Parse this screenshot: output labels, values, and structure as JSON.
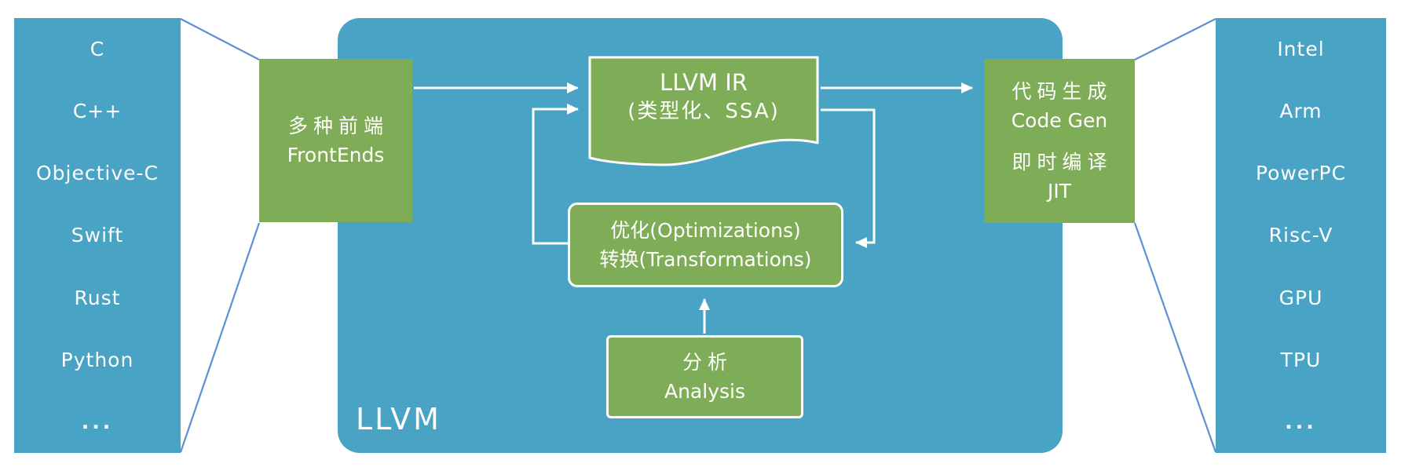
{
  "colors": {
    "background": "#ffffff",
    "teal": "#49A3C4",
    "green": "#7FAC57",
    "connector_blue": "#5E8FD5",
    "text": "#ffffff"
  },
  "container": {
    "label": "LLVM"
  },
  "left_panel": {
    "items": [
      "C",
      "C++",
      "Objective-C",
      "Swift",
      "Rust",
      "Python",
      "..."
    ]
  },
  "right_panel": {
    "items": [
      "Intel",
      "Arm",
      "PowerPC",
      "Risc-V",
      "GPU",
      "TPU",
      "..."
    ]
  },
  "boxes": {
    "frontends": {
      "lines": [
        "多种前端",
        "FrontEnds"
      ]
    },
    "llvm_ir": {
      "lines": [
        "LLVM IR",
        "(类型化、SSA)"
      ]
    },
    "optimizations": {
      "lines": [
        "优化(Optimizations)",
        "转换(Transformations)"
      ]
    },
    "analysis": {
      "lines": [
        "分析",
        "Analysis"
      ]
    },
    "codegen": {
      "lines": [
        "代码生成",
        "Code Gen",
        "即时编译",
        "JIT"
      ]
    }
  }
}
